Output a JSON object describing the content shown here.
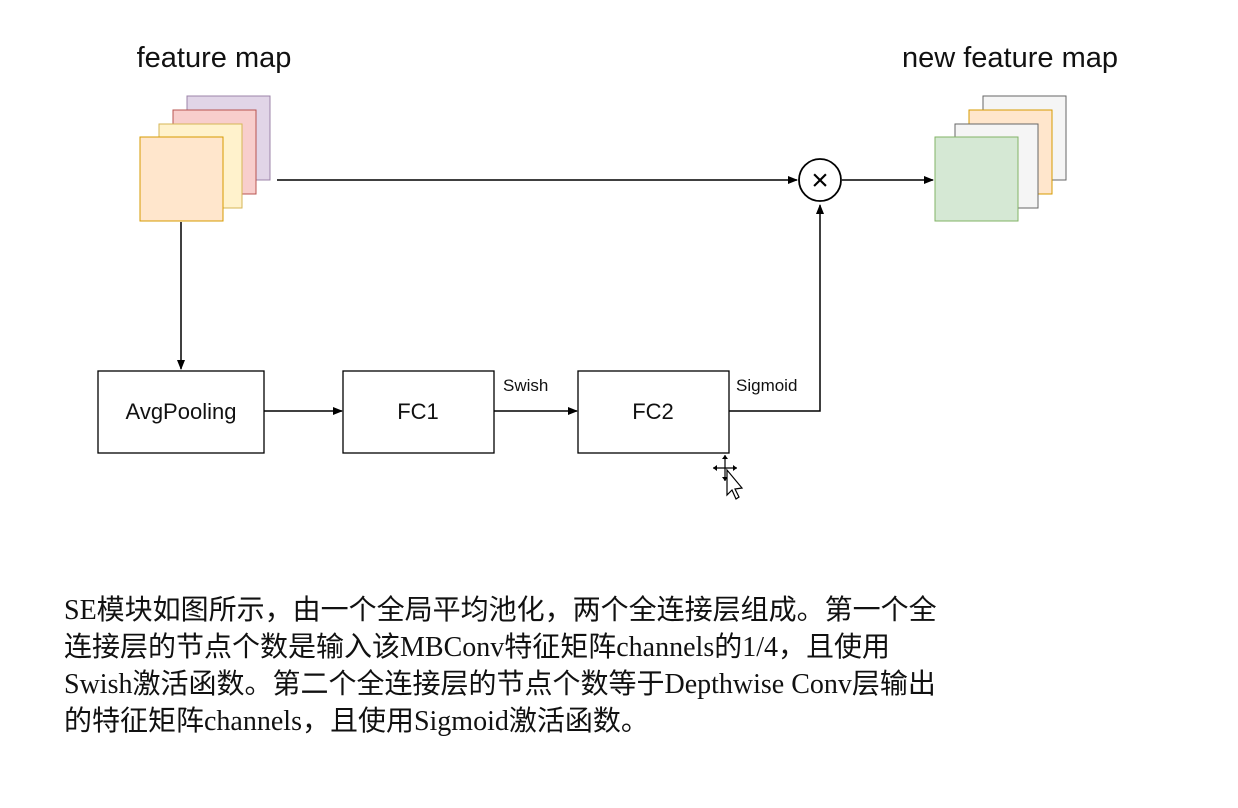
{
  "diagram": {
    "input_label": "feature map",
    "output_label": "new feature map",
    "multiply_symbol": "×",
    "nodes": {
      "avgpool": "AvgPooling",
      "fc1": "FC1",
      "fc2": "FC2"
    },
    "edge_labels": {
      "fc1_to_fc2": "Swish",
      "fc2_to_mul": "Sigmoid"
    },
    "input_stack_colors": [
      "#e1d5e7",
      "#f8cecc",
      "#fff2cc",
      "#ffe6cc"
    ],
    "output_stack_colors": [
      "#f5f5f5",
      "#ffe6cc",
      "#f5f5f5",
      "#d5e8d4"
    ]
  },
  "caption": {
    "lines": [
      "SE模块如图所示，由一个全局平均池化，两个全连接层组成。第一个全",
      "连接层的节点个数是输入该MBConv特征矩阵channels的1/4，且使用",
      "Swish激活函数。第二个全连接层的节点个数等于Depthwise Conv层输出",
      "的特征矩阵channels，且使用Sigmoid激活函数。"
    ]
  }
}
